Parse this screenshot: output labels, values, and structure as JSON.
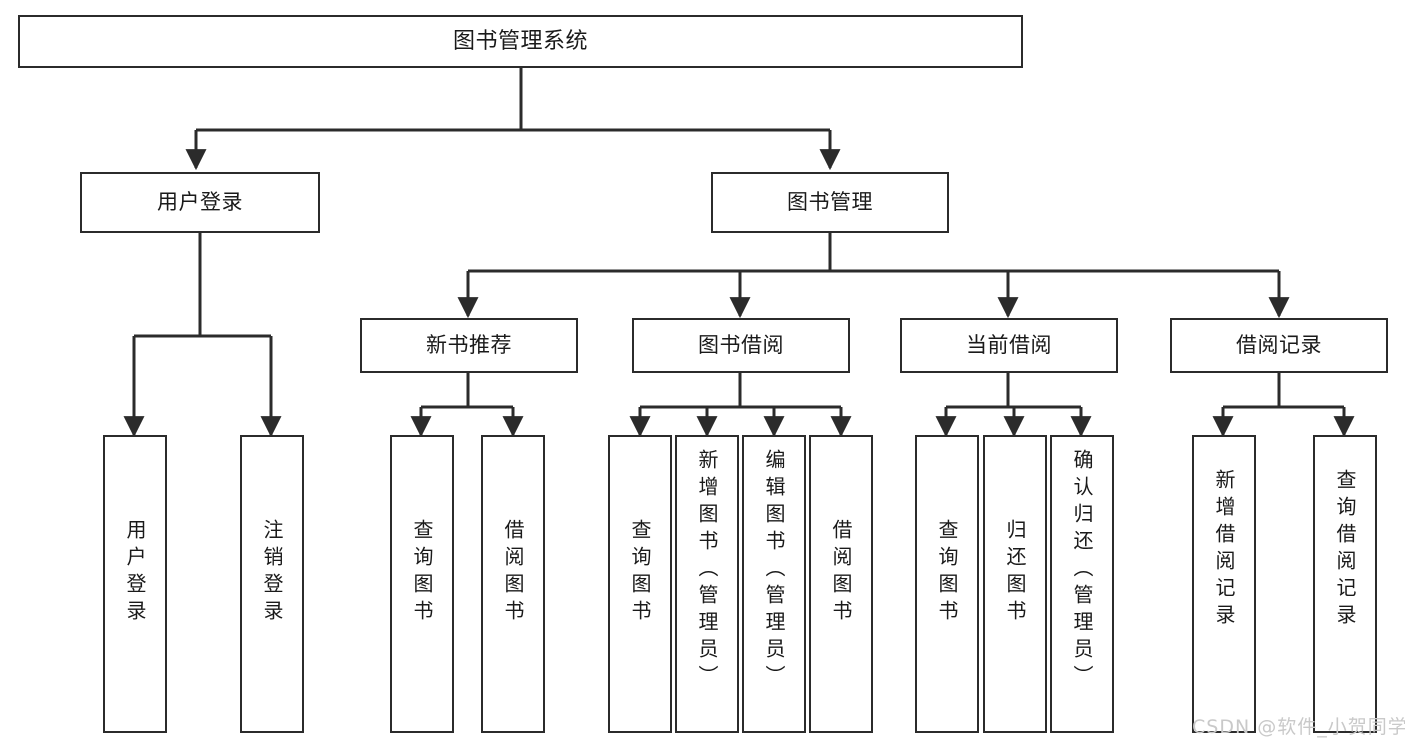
{
  "diagram": {
    "title": "图书管理系统",
    "type": "tree-hierarchy-diagram",
    "watermark": "CSDN @软件_小贺同学",
    "colors": {
      "stroke": "#2b2b2b",
      "fill": "#ffffff",
      "text": "#1a1a1a",
      "watermark": "#c9c9c9"
    },
    "root": {
      "label": "图书管理系统"
    },
    "level1": [
      {
        "label": "用户登录"
      },
      {
        "label": "图书管理"
      }
    ],
    "level2": [
      {
        "label": "新书推荐"
      },
      {
        "label": "图书借阅"
      },
      {
        "label": "当前借阅"
      },
      {
        "label": "借阅记录"
      }
    ],
    "leaves": {
      "user_login": [
        {
          "label": "用户登录"
        },
        {
          "label": "注销登录"
        }
      ],
      "new_book_recommend": [
        {
          "label": "查询图书"
        },
        {
          "label": "借阅图书"
        }
      ],
      "book_borrow": [
        {
          "label": "查询图书"
        },
        {
          "label": "新增图书（管理员）"
        },
        {
          "label": "编辑图书（管理员）"
        },
        {
          "label": "借阅图书"
        }
      ],
      "current_borrow": [
        {
          "label": "查询图书"
        },
        {
          "label": "归还图书"
        },
        {
          "label": "确认归还（管理员）"
        }
      ],
      "borrow_record": [
        {
          "label": "新增借阅记录"
        },
        {
          "label": "查询借阅记录"
        }
      ]
    }
  }
}
